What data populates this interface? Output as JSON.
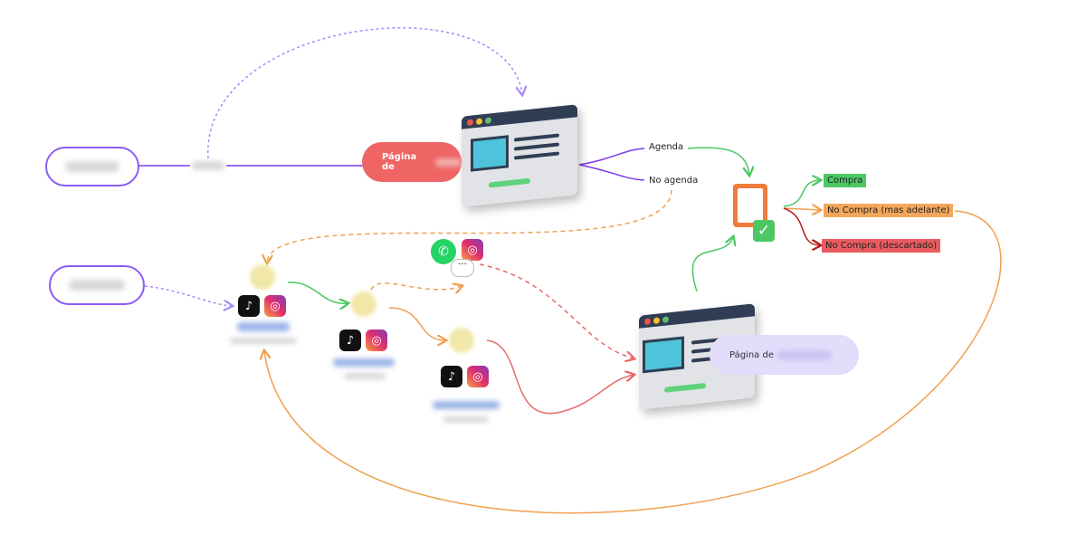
{
  "nodes": {
    "landing_page": {
      "label": "Página de"
    },
    "sales_page": {
      "label": "Página de"
    },
    "branch_agenda": "Agenda",
    "branch_no_agenda": "No agenda",
    "outcomes": [
      {
        "label": "Compra",
        "color": "#4cc764"
      },
      {
        "label": "No Compra (mas adelante)",
        "color": "#f4a65c"
      },
      {
        "label": "No Compra (descartado)",
        "color": "#ea5b60"
      }
    ]
  },
  "icons": [
    "tiktok-icon",
    "instagram-icon",
    "whatsapp-icon",
    "clipboard-icon",
    "check-icon",
    "browser-icon"
  ],
  "colors": {
    "purple": "#8b5cf6",
    "green": "#4cc764",
    "orange": "#f0a050",
    "red": "#e86a6a",
    "pill_red": "#ef6464",
    "pill_lavender": "#e3dcfb"
  }
}
